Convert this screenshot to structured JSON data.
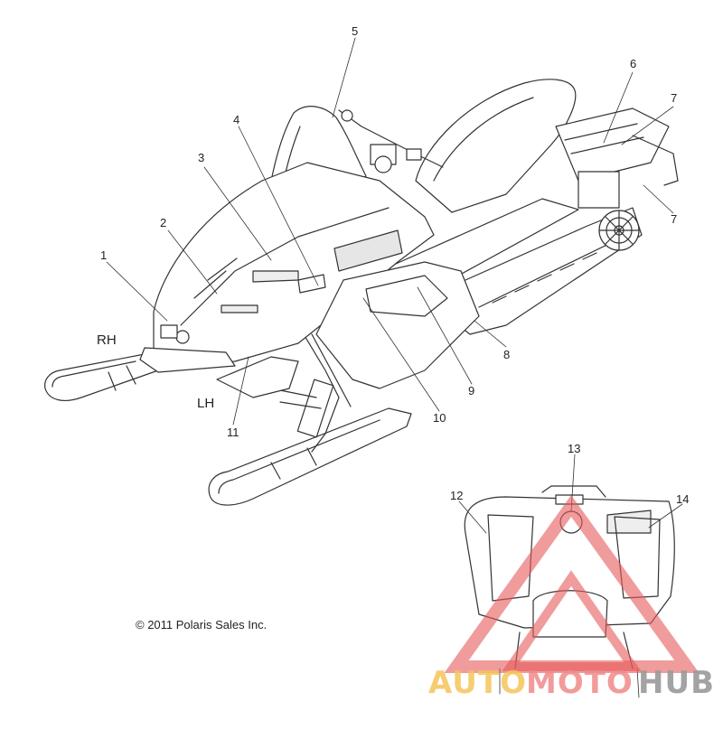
{
  "callouts": [
    "1",
    "2",
    "3",
    "4",
    "5",
    "6",
    "7",
    "7",
    "8",
    "9",
    "10",
    "11",
    "12",
    "13",
    "14"
  ],
  "side_labels": {
    "rh": "RH",
    "lh": "LH"
  },
  "copyright": "© 2011 Polaris Sales Inc.",
  "watermark": {
    "part1": "AUTO",
    "part2": "MOTO",
    "part3": "HUB",
    "color1": "#f5c55a",
    "color2": "#f08a8a",
    "color3": "#9a9a9a",
    "logo_color": "#e65a5a"
  },
  "colors": {
    "line": "#333333",
    "fill": "#ffffff"
  }
}
